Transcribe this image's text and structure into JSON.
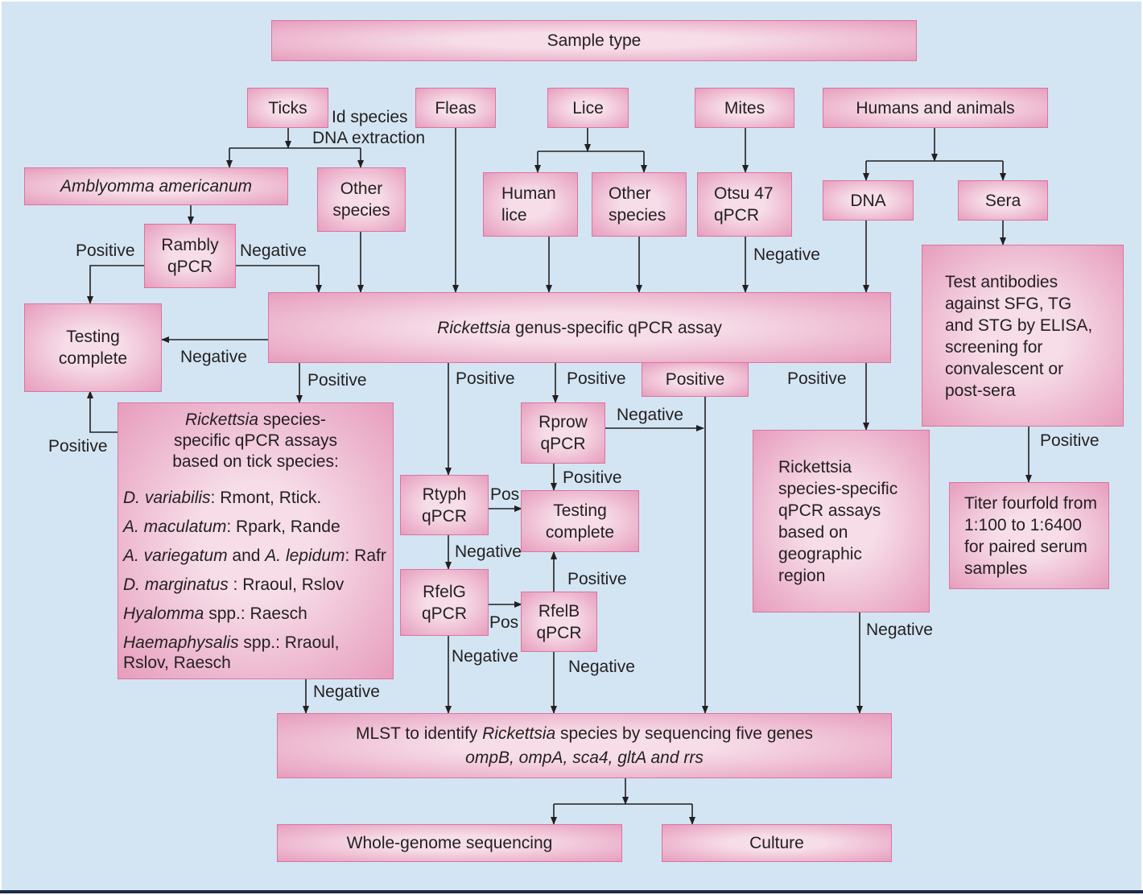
{
  "nodes": {
    "sample_type": "Sample type",
    "ticks": "Ticks",
    "fleas": "Fleas",
    "lice": "Lice",
    "mites": "Mites",
    "humans_animals": "Humans and animals",
    "amblyomma": "Amblyomma americanum",
    "other_species_ticks": "Other\nspecies",
    "human_lice": "Human\nlice",
    "other_species_lice": "Other\nspecies",
    "otsu": "Otsu 47\nqPCR",
    "dna": "DNA",
    "sera": "Sera",
    "rambly": "Rambly\nqPCR",
    "testing_complete_left": "Testing\ncomplete",
    "genus_assay_italic": "Rickettsia",
    "genus_assay_rest": " genus-specific qPCR assay",
    "elisa": "Test antibodies\nagainst SFG, TG\nand STG by ELISA,\nscreening for\nconvalescent or\npost-sera",
    "positive_box": "Positive",
    "tick_assays": {
      "head_italic": "Rickettsia",
      "head_rest": " species-",
      "head_line2": "specific qPCR assays",
      "head_line3": "based on tick species:",
      "rows": [
        {
          "sp": "D. variabilis",
          "rest": ": Rmont, Rtick."
        },
        {
          "sp": "A. maculatum",
          "rest": ": Rpark, Rande"
        },
        {
          "sp": "A. variegatum",
          "mid": " and ",
          "sp2": "A. lepidum",
          "rest": ": Rafr"
        },
        {
          "sp": "D. marginatus",
          "rest": " : Rraoul, Rslov"
        },
        {
          "sp": "Hyalomma",
          "rest": " spp.: Raesch"
        },
        {
          "sp": "Haemaphysalis",
          "rest": " spp.: Rraoul,"
        }
      ],
      "last_line": "Rslov, Raesch"
    },
    "rprow": "Rprow\nqPCR",
    "rtyph": "Rtyph\nqPCR",
    "testing_complete_mid": "Testing\ncomplete",
    "rfelg": "RfelG\nqPCR",
    "rfelb": "RfelB\nqPCR",
    "geo_assays": "Rickettsia\nspecies-specific\nqPCR assays\nbased on\ngeographic\nregion",
    "titer": "Titer fourfold from\n1:100 to 1:6400\nfor paired serum\nsamples",
    "mlst": {
      "pre": "MLST to identify ",
      "italic": "Rickettsia",
      "post": " species by sequencing five genes",
      "genes": "ompB, ompA, sca4, gltA and rrs"
    },
    "wgs": "Whole-genome sequencing",
    "culture": "Culture"
  },
  "labels": {
    "id_species": "Id species",
    "dna_extraction": "DNA extraction",
    "rambly_positive": "Positive",
    "rambly_negative": "Negative",
    "otsu_negative": "Negative",
    "genus_negative": "Negative",
    "genus_positive_1": "Positive",
    "genus_positive_2": "Positive",
    "genus_positive_3": "Positive",
    "genus_positive_4": "Positive",
    "tick_assays_positive": "Positive",
    "rprow_negative": "Negative",
    "rprow_positive": "Positive",
    "rtyph_pos": "Pos",
    "rtyph_negative": "Negative",
    "rfelb_positive": "Positive",
    "rfelg_pos": "Pos",
    "rfelg_negative": "Negative",
    "rfelb_negative": "Negative",
    "tick_assays_negative": "Negative",
    "geo_negative": "Negative",
    "elisa_positive": "Positive"
  },
  "colors": {
    "background": "#d3e5f3",
    "box_center": "#f6dde8",
    "box_edge": "#e79dbd",
    "line": "#231f20"
  }
}
